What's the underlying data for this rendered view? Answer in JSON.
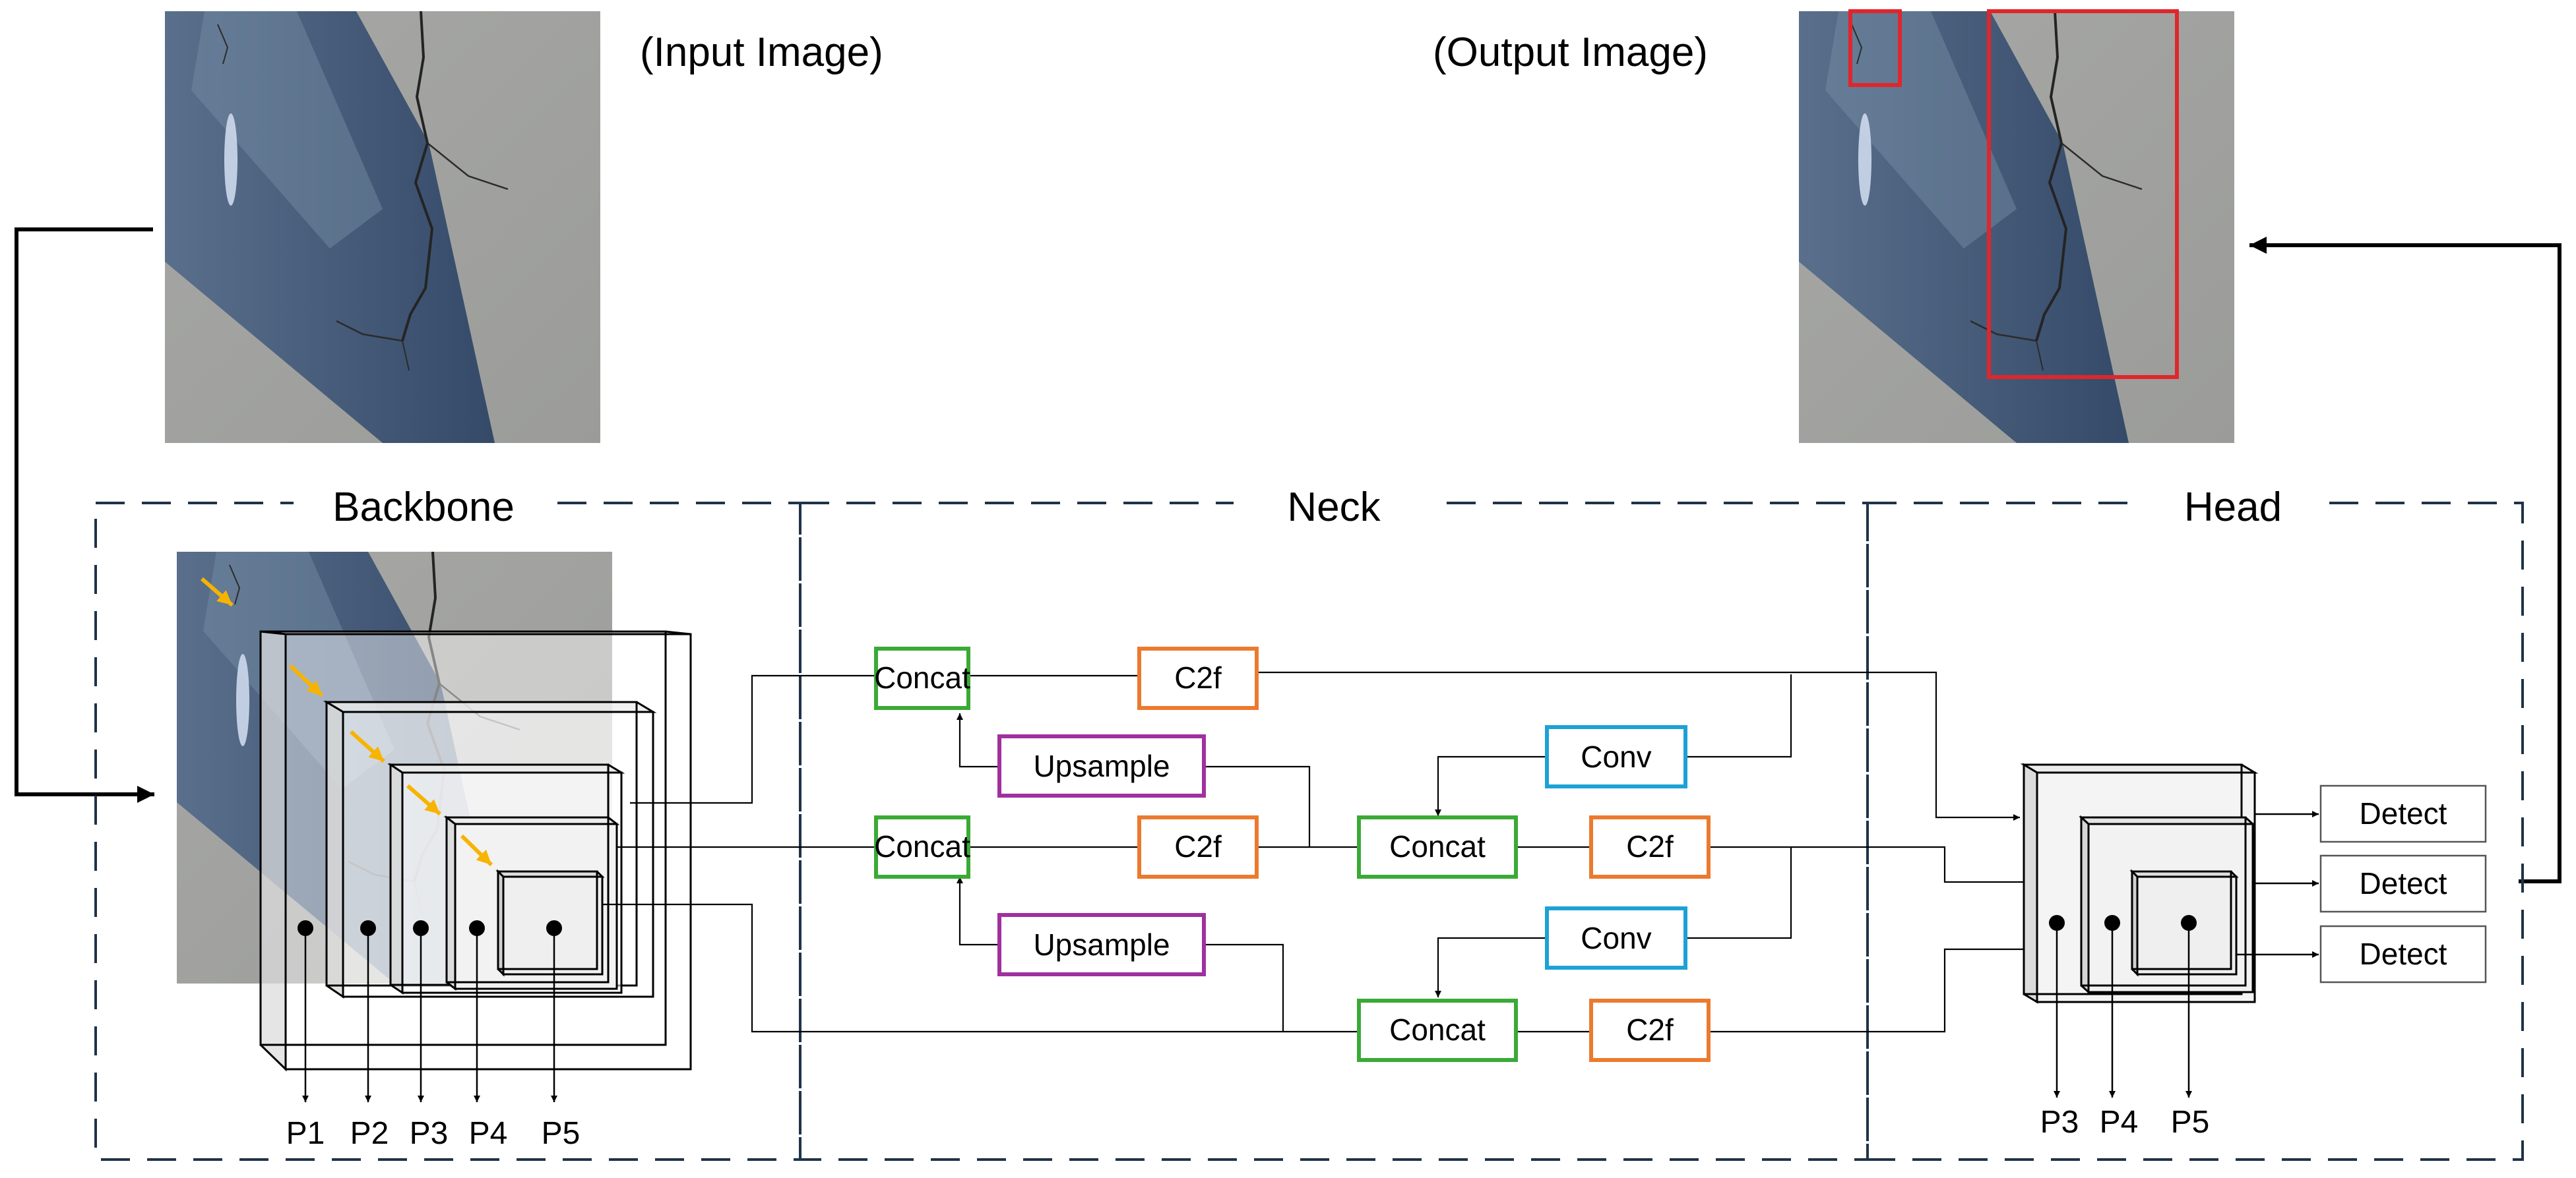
{
  "captions": {
    "input": "(Input Image)",
    "output": "(Output Image)"
  },
  "sections": {
    "backbone": "Backbone",
    "neck": "Neck",
    "head": "Head"
  },
  "blocks": {
    "concat": "Concat",
    "c2f": "C2f",
    "upsample": "Upsample",
    "conv": "Conv",
    "detect": "Detect"
  },
  "backbone_outputs": [
    "P1",
    "P2",
    "P3",
    "P4",
    "P5"
  ],
  "head_inputs": [
    "P3",
    "P4",
    "P5"
  ],
  "colors": {
    "concat": "#3aaa35",
    "c2f": "#ec7a2e",
    "upsample": "#a0309f",
    "conv": "#1ea1d6",
    "detection_box": "#e0262b",
    "feature_arrow": "#f6b400",
    "section_border": "#1f3349"
  },
  "images": {
    "content": "aerial asphalt road surface with a long vertical crack and shadow band"
  }
}
